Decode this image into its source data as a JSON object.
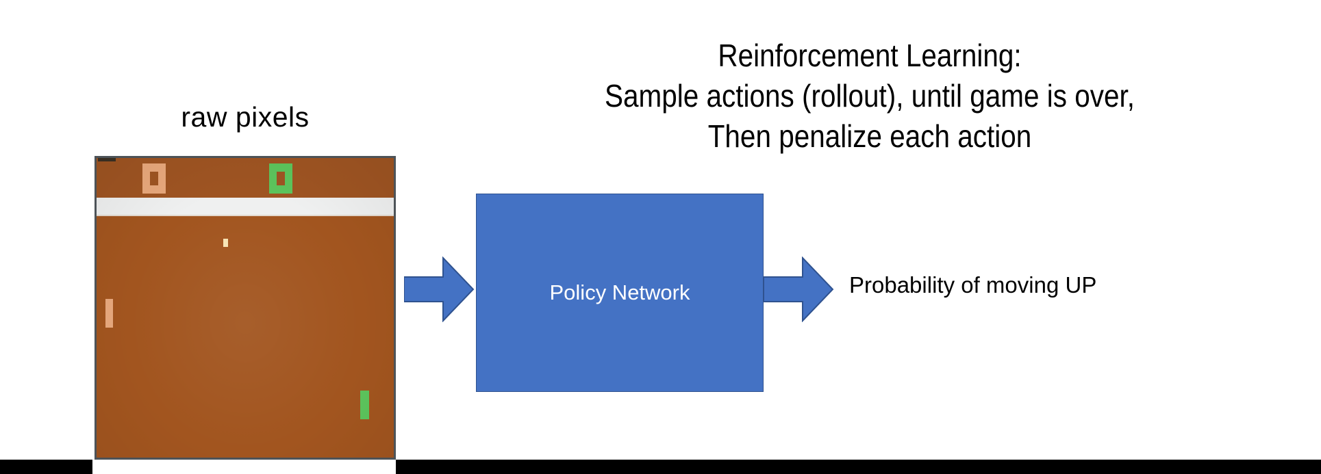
{
  "slide": {
    "background_color": "#ffffff",
    "heading_lines": [
      "Reinforcement Learning:",
      "Sample actions (rollout), until game is over,",
      "Then penalize each action"
    ]
  },
  "game_panel": {
    "caption": "raw pixels",
    "screen": {
      "description": "Atari Pong frame",
      "playfield_color": "#a2551f",
      "scorebar_color": "#9e5422",
      "border_color": "#4d5358",
      "divider_color": "#eff0f0",
      "score_left": "0",
      "score_left_color": "#e8a87c",
      "score_right": "0",
      "score_right_color": "#5cc45c",
      "paddle_left_color": "#e7a87d",
      "paddle_right_color": "#5cc45c",
      "ball_color": "#f7e3b4"
    }
  },
  "pipeline": {
    "input_arrow": "right-arrow-icon",
    "output_arrow": "right-arrow-icon",
    "arrow_color": "#4472c4",
    "arrow_border_color": "#2f528f",
    "box_label": "Policy Network",
    "box_fill_color": "#4472c4",
    "box_text_color": "#ffffff",
    "output_label": "Probability of moving UP"
  },
  "footer": {
    "bar_color": "#000000"
  }
}
